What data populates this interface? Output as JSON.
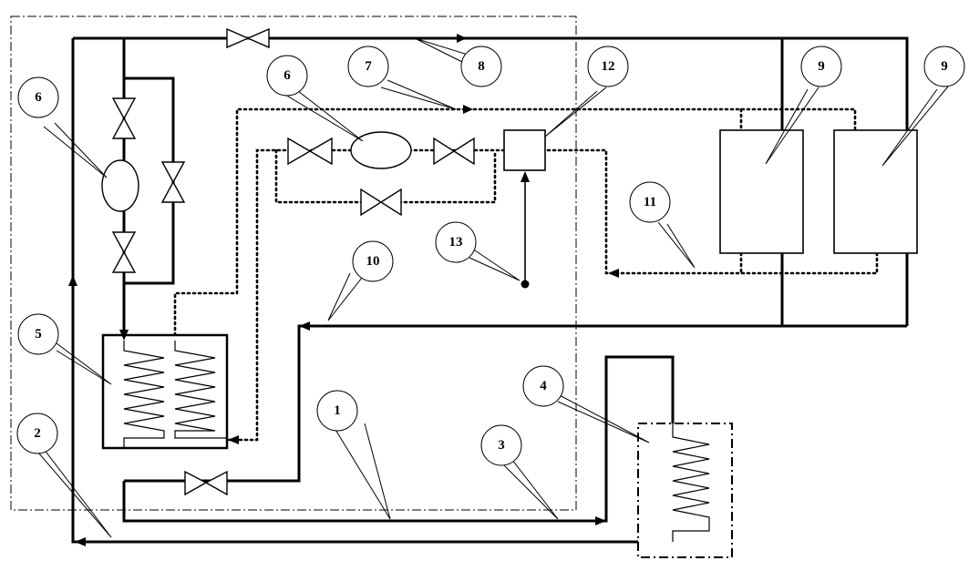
{
  "callouts": [
    {
      "id": "callout-1",
      "label": "1"
    },
    {
      "id": "callout-2",
      "label": "2"
    },
    {
      "id": "callout-3",
      "label": "3"
    },
    {
      "id": "callout-4",
      "label": "4"
    },
    {
      "id": "callout-5",
      "label": "5"
    },
    {
      "id": "callout-6-left",
      "label": "6"
    },
    {
      "id": "callout-6-center",
      "label": "6"
    },
    {
      "id": "callout-7",
      "label": "7"
    },
    {
      "id": "callout-8",
      "label": "8"
    },
    {
      "id": "callout-9-left",
      "label": "9"
    },
    {
      "id": "callout-9-right",
      "label": "9"
    },
    {
      "id": "callout-10",
      "label": "10"
    },
    {
      "id": "callout-11",
      "label": "11"
    },
    {
      "id": "callout-12",
      "label": "12"
    },
    {
      "id": "callout-13",
      "label": "13"
    }
  ],
  "colors": {
    "line": "#000000",
    "background": "#ffffff"
  }
}
